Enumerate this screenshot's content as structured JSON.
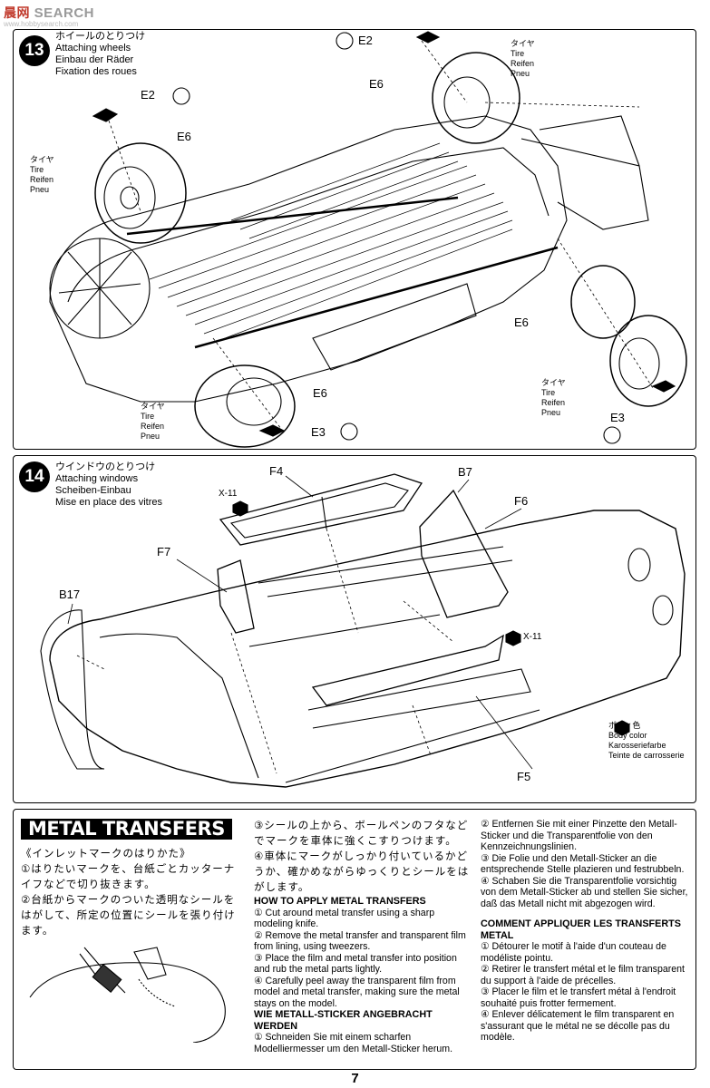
{
  "watermark": {
    "brand": "SEARCH",
    "cn": "晨网",
    "url": "www.hobbysearch.com"
  },
  "step13": {
    "number": "13",
    "title_jp": "ホイールのとりつけ",
    "title_en": "Attaching wheels",
    "title_de": "Einbau der Räder",
    "title_fr": "Fixation des roues",
    "labels": {
      "e2": "E2",
      "e6": "E6",
      "e3": "E3"
    },
    "tire": {
      "jp": "タイヤ",
      "en": "Tire",
      "de": "Reifen",
      "fr": "Pneu"
    }
  },
  "step14": {
    "number": "14",
    "title_jp": "ウインドウのとりつけ",
    "title_en": "Attaching windows",
    "title_de": "Scheiben-Einbau",
    "title_fr": "Mise en place des vitres",
    "labels": {
      "f4": "F4",
      "b7": "B7",
      "f6": "F6",
      "f7": "F7",
      "b17": "B17",
      "f5": "F5",
      "x11": "X-11"
    },
    "body_color": {
      "jp": "ボディ色",
      "en": "Body color",
      "de": "Karosseriefarbe",
      "fr": "Teinte de carrosserie"
    }
  },
  "metal": {
    "title": "METAL TRANSFERS",
    "jp_heading": "《インレットマークのはりかた》",
    "jp_steps": [
      "①はりたいマークを、台紙ごとカッターナイフなどで切り抜きます。",
      "②台紙からマークのついた透明なシールをはがして、所定の位置にシールを張り付けます。",
      "③シールの上から、ボールペンのフタなどでマークを車体に強くこすりつけます。",
      "④車体にマークがしっかり付いているかどうか、確かめながらゆっくりとシールをはがします。"
    ],
    "en_heading": "HOW TO APPLY METAL TRANSFERS",
    "en_steps": [
      "① Cut around metal transfer using a sharp modeling knife.",
      "② Remove the metal transfer and transparent film from lining, using tweezers.",
      "③ Place the film and metal transfer into position and rub the metal parts lightly.",
      "④ Carefully peel away the transparent film from model and metal transfer, making sure the metal stays on the model."
    ],
    "de_heading": "WIE METALL-STICKER ANGEBRACHT WERDEN",
    "de_steps": [
      "① Schneiden Sie mit einem scharfen Modelliermesser um den Metall-Sticker herum.",
      "② Entfernen Sie mit einer Pinzette den Metall-Sticker und die Transparentfolie von den Kennzeichnungslinien.",
      "③ Die Folie und den Metall-Sticker an die entsprechende Stelle plazieren und festrubbeln.",
      "④ Schaben Sie die Transparentfolie vorsichtig von dem Metall-Sticker ab und stellen Sie sicher, daß das Metall nicht mit abgezogen wird."
    ],
    "fr_heading": "COMMENT APPLIQUER LES TRANSFERTS METAL",
    "fr_steps": [
      "① Détourer le motif à l'aide d'un couteau de modéliste pointu.",
      "② Retirer le transfert métal et le film transparent du support à l'aide de précelles.",
      "③ Placer le film et le transfert métal à l'endroit souhaité puis frotter fermement.",
      "④ Enlever délicatement le film transparent en s'assurant que le métal ne se décolle pas du modèle."
    ]
  },
  "page_number": "7"
}
